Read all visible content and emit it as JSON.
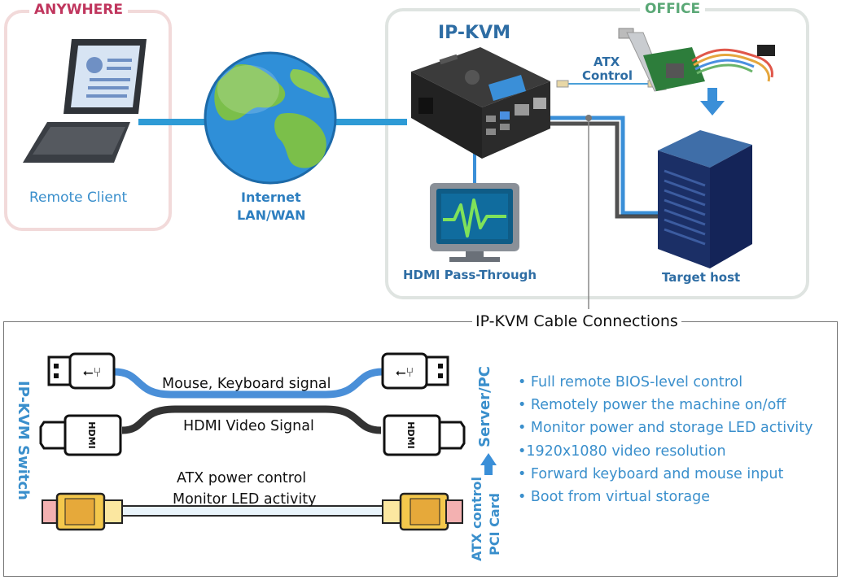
{
  "zones": {
    "anywhere": "ANYWHERE",
    "office": "OFFICE"
  },
  "labels": {
    "remote_client": "Remote Client",
    "internet_line1": "Internet",
    "internet_line2": "LAN/WAN",
    "ipkvm_title": "IP-KVM",
    "atx_line1": "ATX",
    "atx_line2": "Control",
    "hdmi_passthrough": "HDMI Pass-Through",
    "target_host": "Target host",
    "cable_connections": "IP-KVM Cable Connections"
  },
  "cables": {
    "usb_label": "Mouse, Keyboard signal",
    "hdmi_label": "HDMI Video Signal",
    "atx_line1": "ATX power control",
    "atx_line2": "Monitor LED activity",
    "left_side": "IP-KVM Switch",
    "right_side": "Server/PC",
    "atx_card_line1": "ATX control",
    "atx_card_line2": "PCI Card",
    "hdmi_plug_text": "HDMI"
  },
  "features": [
    "• Full remote BIOS-level control",
    "• Remotely power the machine on/off",
    "• Monitor power and storage LED activity",
    "•1920x1080 video resolution",
    "• Forward keyboard and mouse input",
    "• Boot from virtual storage"
  ],
  "colors": {
    "anywhere_red": "#c0365e",
    "office_green": "#5aa876",
    "label_blue": "#2e6da4",
    "cable_blue": "#3a8fd8",
    "cable_black": "#333333"
  }
}
